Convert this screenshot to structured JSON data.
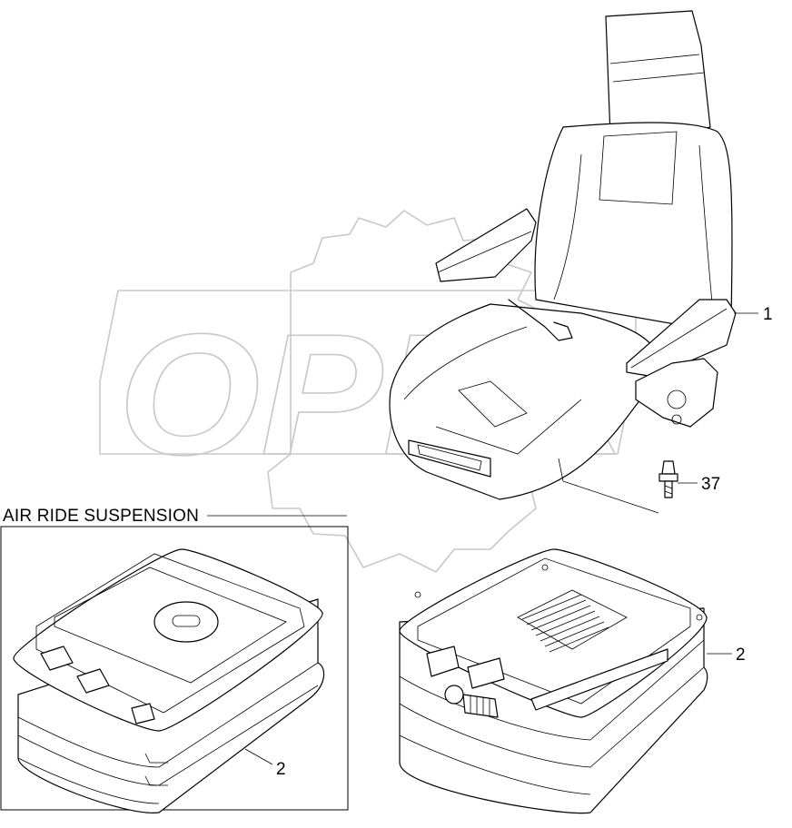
{
  "section": {
    "title": "AIR RIDE SUSPENSION"
  },
  "callouts": [
    {
      "id": "seat",
      "label": "1"
    },
    {
      "id": "bolt",
      "label": "37"
    },
    {
      "id": "suspension-right",
      "label": "2"
    },
    {
      "id": "suspension-left",
      "label": "2"
    }
  ],
  "watermark": {
    "text": "OPEX"
  },
  "colors": {
    "line": "#000000",
    "watermark": "#c8c8c8",
    "background": "#ffffff"
  }
}
